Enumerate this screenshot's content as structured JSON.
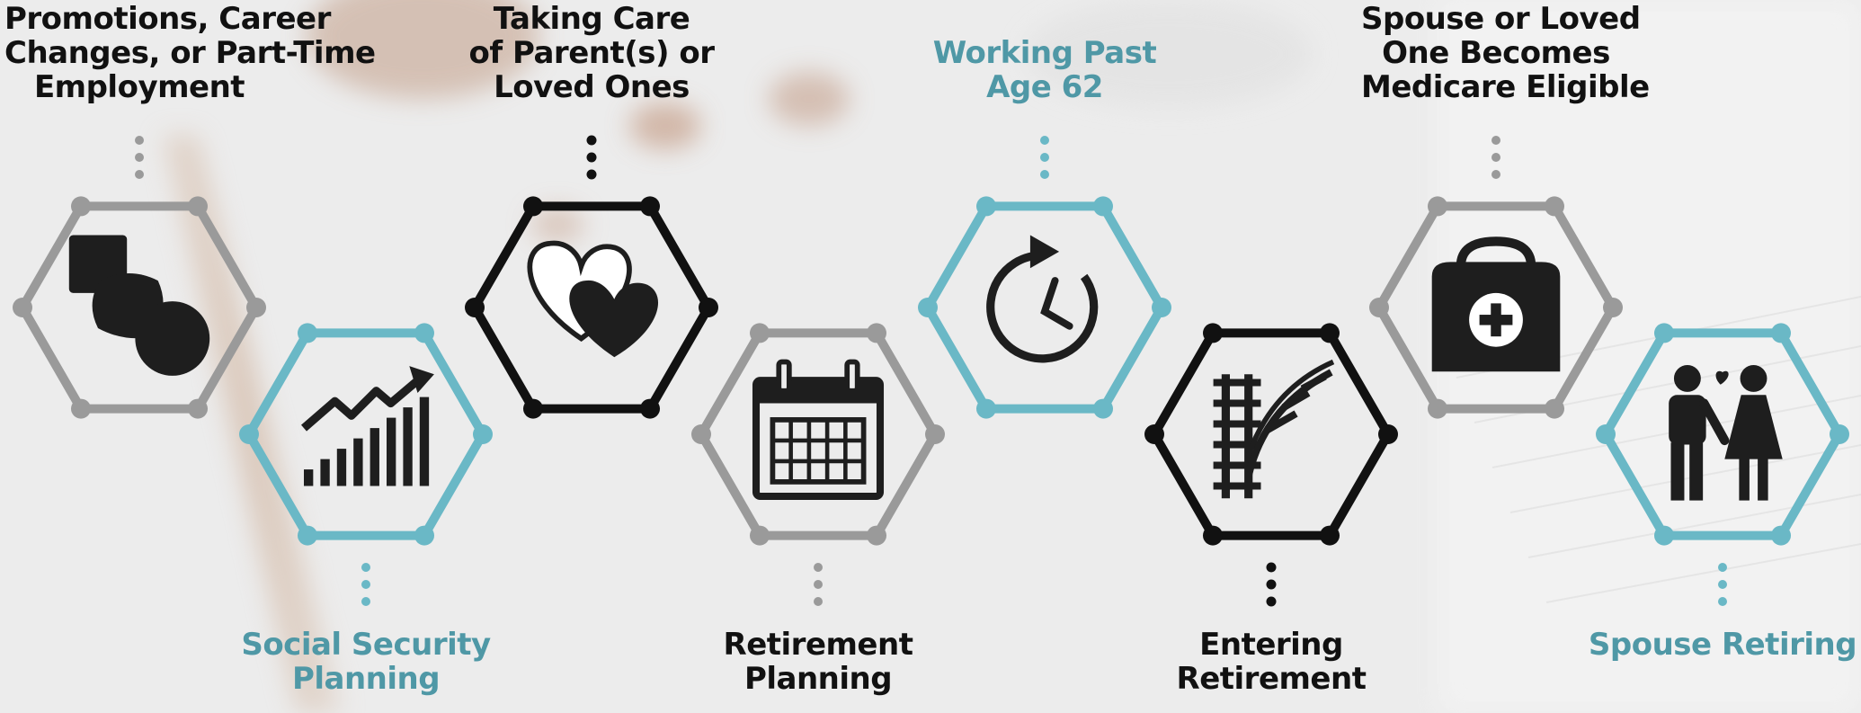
{
  "colors": {
    "gray": "#9a9a9a",
    "black": "#111111",
    "teal": "#6ab8c6",
    "teal_text": "#4f98a6",
    "icon": "#1e1e1e"
  },
  "steps": [
    {
      "lines": [
        "Promotions, Career",
        "Changes, or Part-Time",
        "Employment"
      ],
      "color": "gray",
      "icon": "shapes-icon",
      "position": "top"
    },
    {
      "lines": [
        "Social Security",
        "Planning"
      ],
      "color": "teal",
      "icon": "growth-chart-icon",
      "position": "bottom"
    },
    {
      "lines": [
        "Taking Care",
        "of Parent(s) or",
        "Loved Ones"
      ],
      "color": "black",
      "icon": "hearts-icon",
      "position": "top"
    },
    {
      "lines": [
        "Retirement",
        "Planning"
      ],
      "color": "gray",
      "icon": "calendar-icon",
      "position": "bottom"
    },
    {
      "lines": [
        "Working Past",
        "Age 62"
      ],
      "color": "teal",
      "icon": "clock-icon",
      "position": "top"
    },
    {
      "lines": [
        "Entering",
        "Retirement"
      ],
      "color": "black",
      "icon": "railroad-switch-icon",
      "position": "bottom"
    },
    {
      "lines": [
        "Spouse or Loved",
        "One Becomes",
        "Medicare Eligible"
      ],
      "color": "gray",
      "icon": "medical-kit-icon",
      "position": "top"
    },
    {
      "lines": [
        "Spouse Retiring"
      ],
      "color": "teal",
      "icon": "couple-icon",
      "position": "bottom"
    }
  ]
}
